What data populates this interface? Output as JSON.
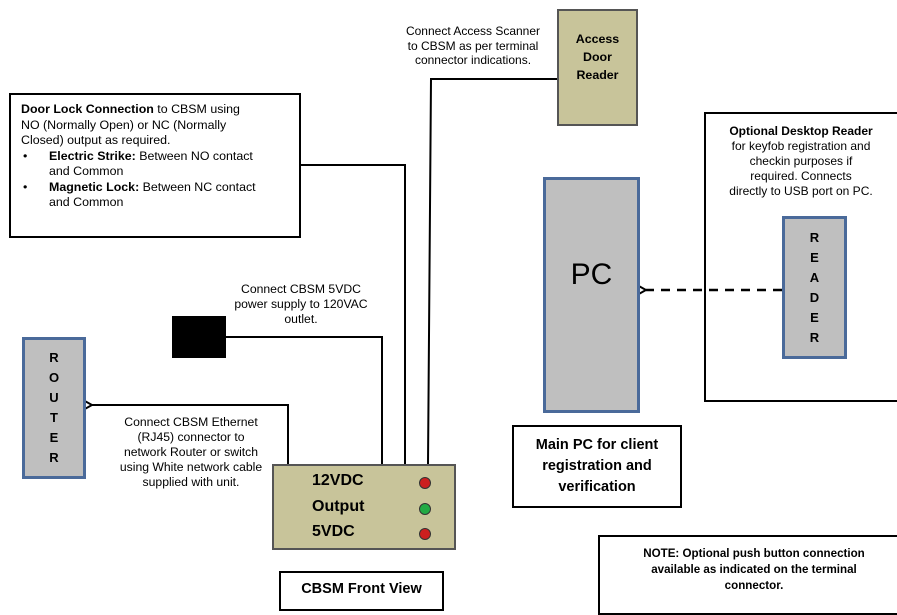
{
  "access_scanner_note": {
    "lines": [
      "Connect Access Scanner",
      "to CBSM as per terminal",
      "connector indications."
    ]
  },
  "access_reader": {
    "lines": [
      "Access",
      "Door",
      "Reader"
    ]
  },
  "door_lock": {
    "title": "Door Lock Connection",
    "intro_rest": " to CBSM using",
    "intro_lines": [
      "NO (Normally Open) or NC (Normally",
      "Closed) output as required."
    ],
    "bullets": [
      {
        "label": "Electric Strike:",
        "text": " Between NO contact",
        "text2": "and Common"
      },
      {
        "label": "Magnetic Lock:",
        "text": " Between NC contact",
        "text2": "and Common"
      }
    ]
  },
  "desktop_reader": {
    "title": "Optional Desktop Reader",
    "lines": [
      "for keyfob registration and",
      "checkin purposes if",
      "required.  Connects",
      "directly to USB port on PC."
    ]
  },
  "pc_label": "PC",
  "reader_letters": [
    "R",
    "E",
    "A",
    "D",
    "E",
    "R"
  ],
  "router_letters": [
    "R",
    "O",
    "U",
    "T",
    "E",
    "R"
  ],
  "power_note": {
    "lines": [
      "Connect CBSM 5VDC",
      "power supply  to 120VAC",
      "outlet."
    ]
  },
  "ethernet_note": {
    "lines": [
      "Connect CBSM Ethernet",
      "(RJ45) connector to",
      "network Router or switch",
      "using White network cable",
      "supplied with unit."
    ]
  },
  "main_pc_caption": {
    "lines": [
      "Main PC for client",
      "registration and",
      "verification"
    ]
  },
  "cbsm_unit": {
    "rows": [
      {
        "label": "12VDC",
        "led_color": "#cc1f1f"
      },
      {
        "label": "Output",
        "led_color": "#22aa44"
      },
      {
        "label": "5VDC",
        "led_color": "#cc1f1f"
      }
    ]
  },
  "cbsm_caption": "CBSM Front View",
  "note": {
    "lines": [
      "NOTE: Optional push button connection",
      "available as indicated on the terminal",
      "connector."
    ]
  },
  "colors": {
    "device_gray": "#bfbfbf",
    "device_border": "#4a6a9a",
    "unit_tan": "#c8c49a"
  }
}
